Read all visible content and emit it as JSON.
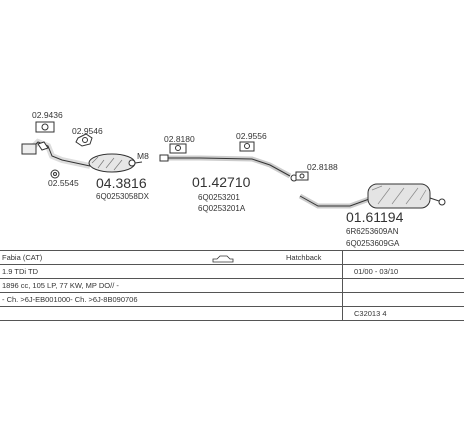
{
  "parts": {
    "p_0294": "02.9436",
    "p_0295": "02.9546",
    "p_0255": "02.5545",
    "p_04": "04.3816",
    "p_04_oem": "6Q0253058DX",
    "p_m8": "M8",
    "p_0281": "02.8180",
    "p_01_42": "01.42710",
    "p_01_42_oem1": "6Q0253201",
    "p_01_42_oem2": "6Q0253201A",
    "p_0295b": "02.9556",
    "p_0282": "02.8188",
    "p_01_61": "01.61194",
    "p_01_61_oem1": "6R6253609AN",
    "p_01_61_oem2": "6Q0253609GA"
  },
  "table": {
    "model": "Fabia (CAT)",
    "body_type": "Hatchback",
    "engine": "1.9 TDi TD",
    "years": "01/00 - 03/10",
    "spec": "1896 cc, 105 LP, 77 KW, MP DO// -",
    "chassis": "- Ch. >6J-EB001000- Ch. >6J-8B090706",
    "code": "C32013 4"
  }
}
